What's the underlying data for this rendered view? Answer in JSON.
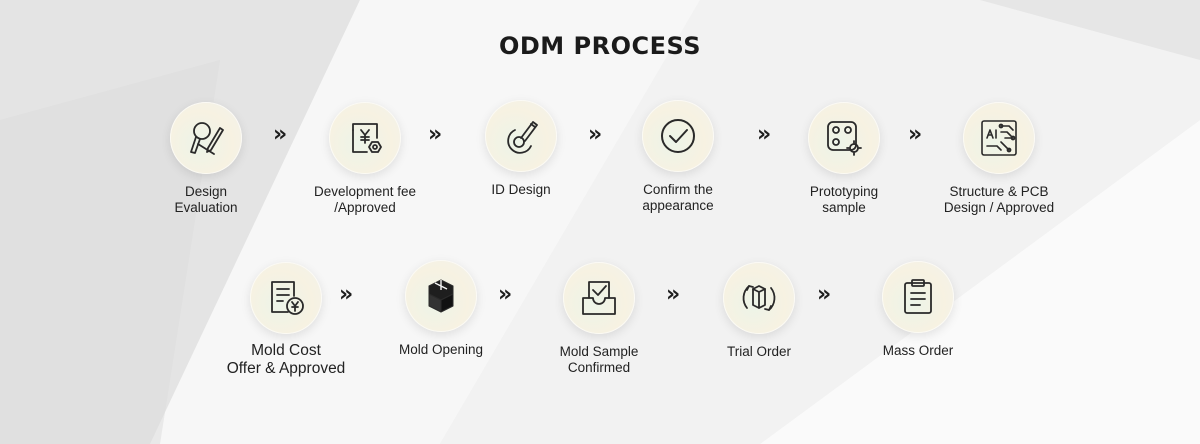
{
  "title": "ODM PROCESS",
  "arrow_glyph": "»",
  "row1": [
    {
      "lines": [
        "Design",
        "Evaluation"
      ],
      "icon": "pen-magnifier-icon"
    },
    {
      "lines": [
        "Development fee",
        "/Approved"
      ],
      "icon": "yen-document-icon"
    },
    {
      "lines": [
        "ID Design",
        ""
      ],
      "icon": "design-stylus-icon"
    },
    {
      "lines": [
        "Confirm the",
        "appearance"
      ],
      "icon": "check-circle-icon"
    },
    {
      "lines": [
        "Prototyping",
        "sample"
      ],
      "icon": "dice-gear-icon"
    },
    {
      "lines": [
        "Structure & PCB",
        "Design / Approved"
      ],
      "icon": "ai-circuit-board-icon"
    }
  ],
  "row2": [
    {
      "lines": [
        "Mold Cost",
        "Offer & Approved"
      ],
      "icon": "invoice-yen-icon"
    },
    {
      "lines": [
        "Mold Opening",
        ""
      ],
      "icon": "cubes-icon"
    },
    {
      "lines": [
        "Mold Sample",
        "Confirmed"
      ],
      "icon": "inbox-check-icon"
    },
    {
      "lines": [
        "Trial Order",
        ""
      ],
      "icon": "rotating-box-icon"
    },
    {
      "lines": [
        "Mass Order",
        ""
      ],
      "icon": "clipboard-list-icon"
    }
  ],
  "colors": {
    "text": "#222222",
    "title": "#1b1b1b",
    "icon_stroke": "#2a2a2a"
  }
}
